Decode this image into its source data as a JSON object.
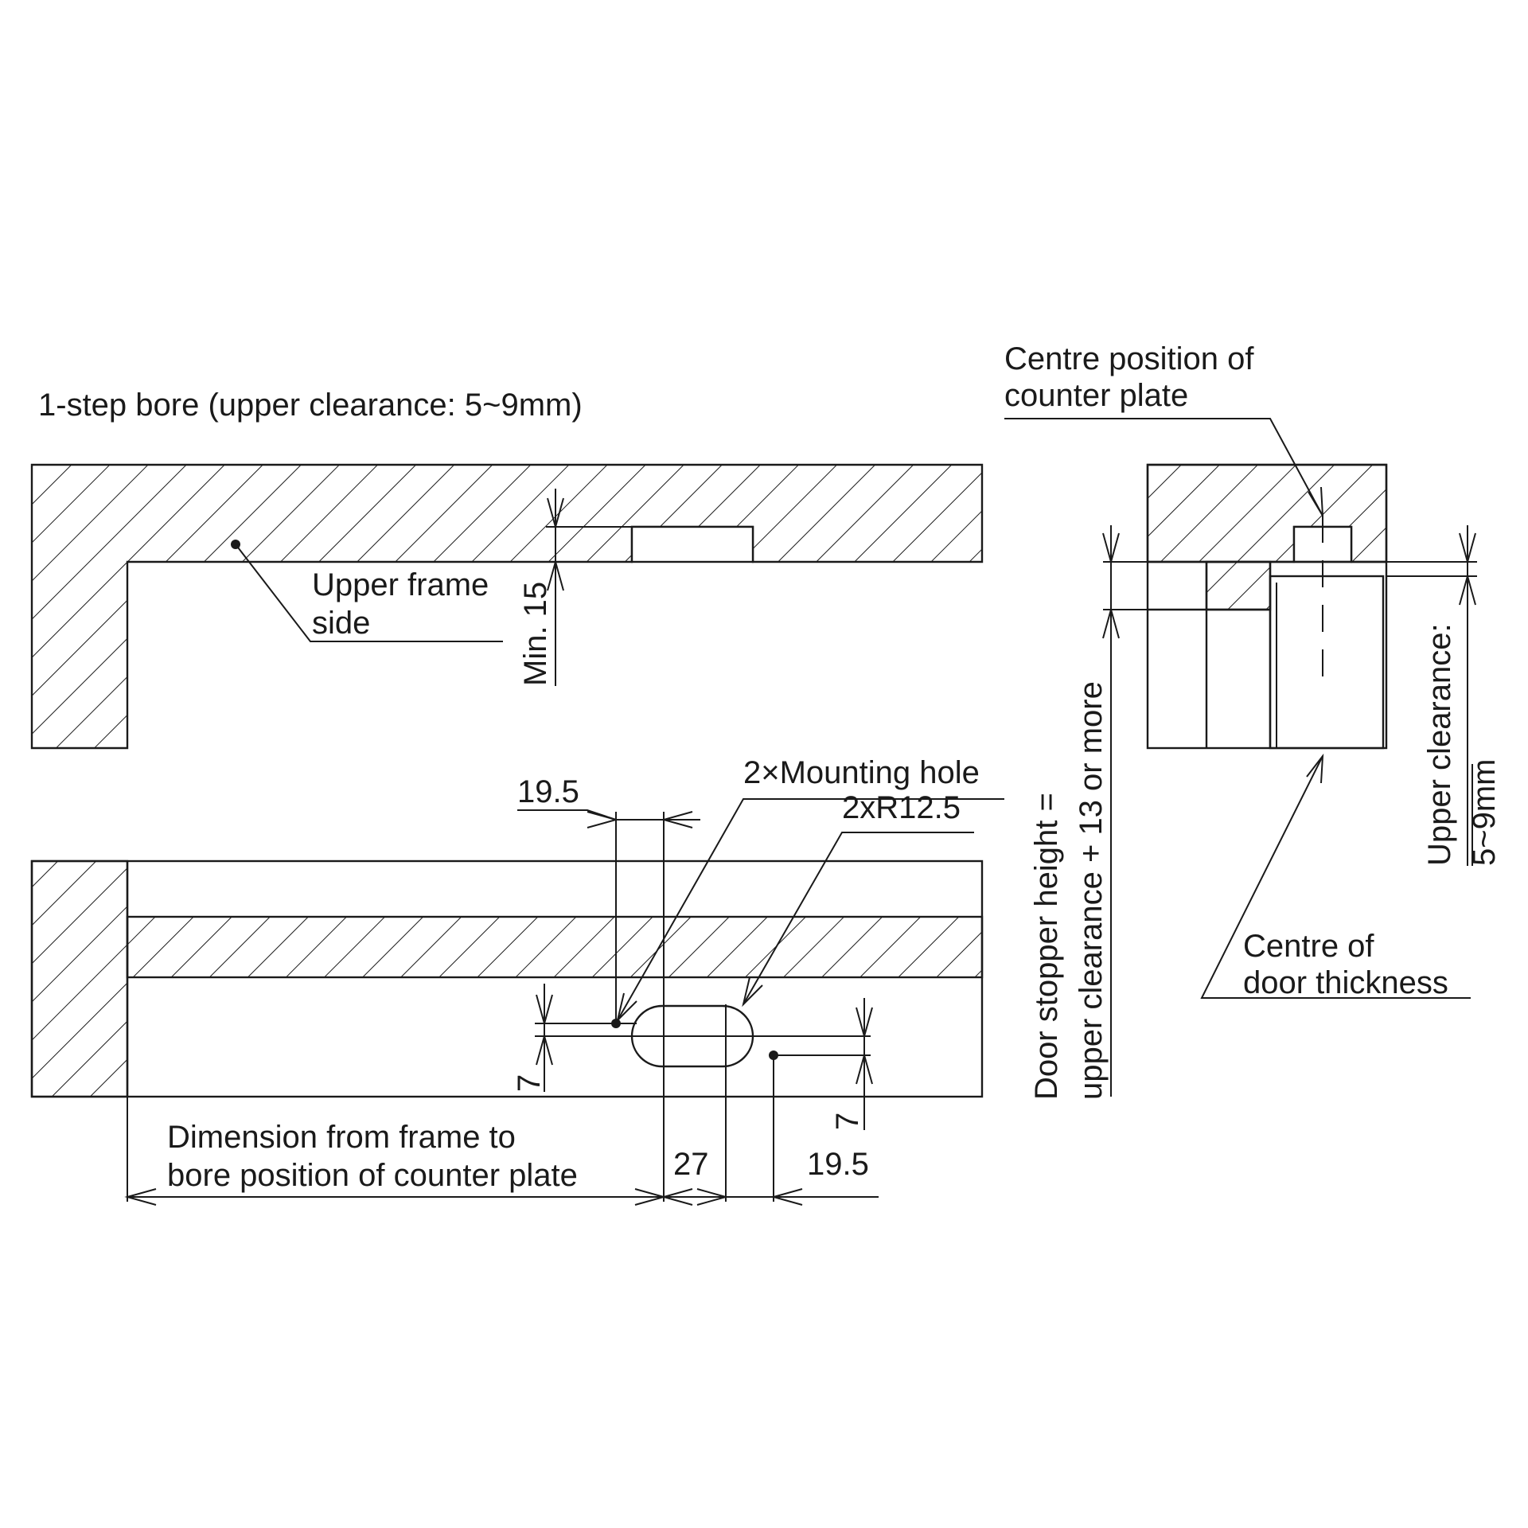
{
  "labels": {
    "title": "1-step bore (upper clearance: 5~9mm)",
    "upper_frame_side_1": "Upper frame",
    "upper_frame_side_2": "side",
    "min15": "Min. 15",
    "centre_counter_1": "Centre position of",
    "centre_counter_2": "counter plate",
    "mounting_hole": "2×Mounting hole",
    "radius": "2xR12.5",
    "dim_19_5_top": "19.5",
    "dim_7_left": "7",
    "dim_7_right": "7",
    "dim_27": "27",
    "dim_19_5_bottom": "19.5",
    "dim_frame_1": "Dimension from frame to",
    "dim_frame_2": "bore position of counter plate",
    "door_stopper_1": "Door stopper height =",
    "door_stopper_2": "upper clearance + 13 or more",
    "upper_clearance_1": "Upper clearance:",
    "upper_clearance_2": "5~9mm",
    "centre_door_1": "Centre of",
    "centre_door_2": "door thickness"
  }
}
